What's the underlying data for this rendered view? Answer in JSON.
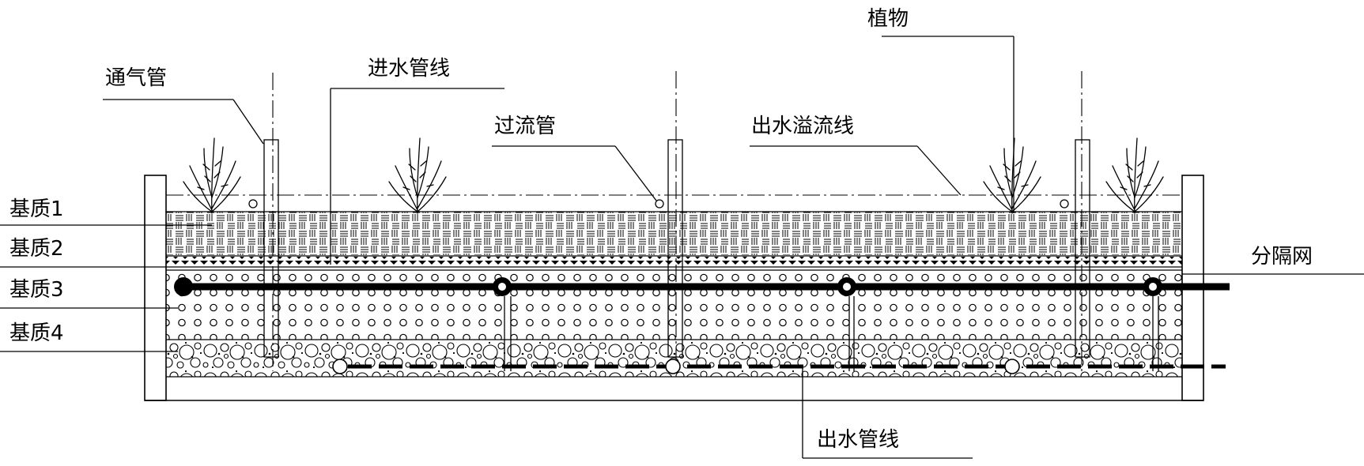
{
  "labels": {
    "vent_pipe": "通气管",
    "inlet_line": "进水管线",
    "plant": "植物",
    "overflow_pipe": "过流管",
    "outlet_overflow_line": "出水溢流线",
    "substrate_1": "基质1",
    "substrate_2": "基质2",
    "substrate_3": "基质3",
    "substrate_4": "基质4",
    "separation_net": "分隔网",
    "outlet_line": "出水管线"
  },
  "colors": {
    "line": "#000000",
    "background": "#ffffff"
  },
  "layers": [
    "substrate_1",
    "substrate_2",
    "substrate_3",
    "substrate_4"
  ],
  "icons": [
    "plant-icon",
    "vent-pipe-icon",
    "overflow-pipe-icon",
    "distribution-pipe-icon",
    "outlet-pipe-icon"
  ]
}
